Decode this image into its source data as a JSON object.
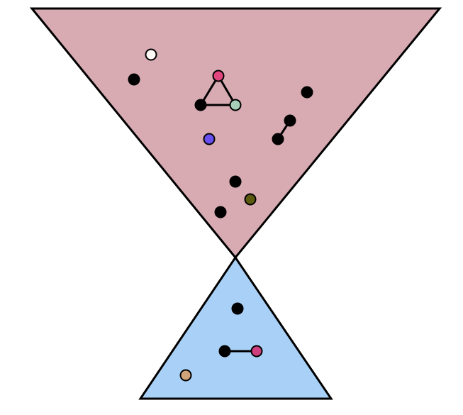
{
  "diagram": {
    "regions": [
      {
        "id": "top",
        "color": "#d8abb3"
      },
      {
        "id": "bottom",
        "color": "#a9d1f7"
      }
    ],
    "nodes": [
      {
        "id": "n1",
        "color": "#fffaf5"
      },
      {
        "id": "n2",
        "color": "#000000"
      },
      {
        "id": "n3",
        "color": "#e2467e"
      },
      {
        "id": "n4",
        "color": "#000000"
      },
      {
        "id": "n5",
        "color": "#a8d0b8"
      },
      {
        "id": "n6",
        "color": "#000000"
      },
      {
        "id": "n7",
        "color": "#000000"
      },
      {
        "id": "n8",
        "color": "#000000"
      },
      {
        "id": "n9",
        "color": "#6a4ff0"
      },
      {
        "id": "n10",
        "color": "#000000"
      },
      {
        "id": "n11",
        "color": "#5c5a10"
      },
      {
        "id": "n12",
        "color": "#000000"
      },
      {
        "id": "n13",
        "color": "#000000"
      },
      {
        "id": "n14",
        "color": "#000000"
      },
      {
        "id": "n15",
        "color": "#cf3f7f"
      },
      {
        "id": "n16",
        "color": "#d0a47a"
      }
    ],
    "edges": [
      [
        "n3",
        "n4"
      ],
      [
        "n4",
        "n5"
      ],
      [
        "n5",
        "n3"
      ],
      [
        "n7",
        "n8"
      ],
      [
        "n14",
        "n15"
      ]
    ]
  }
}
